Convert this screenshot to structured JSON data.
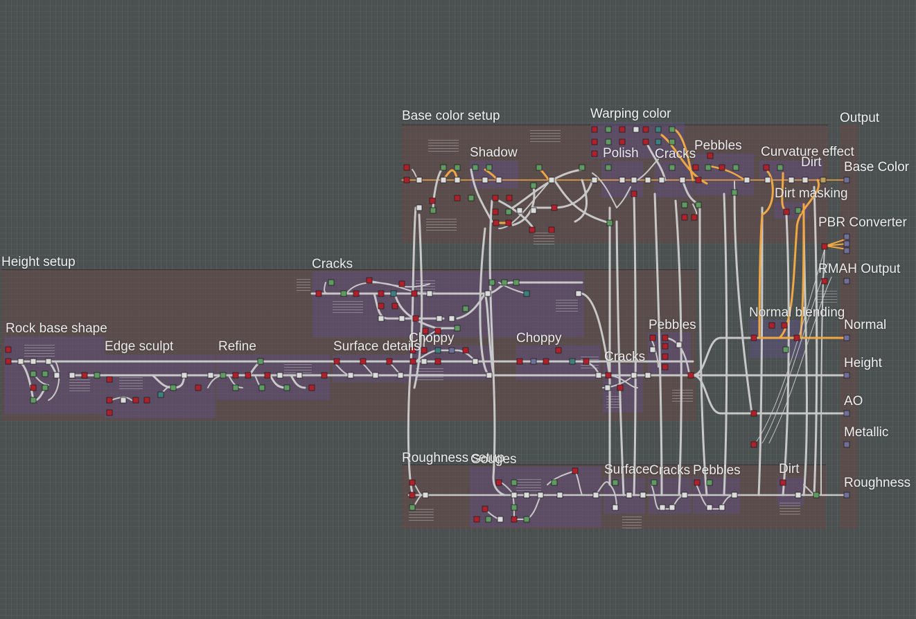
{
  "graph": {
    "frames": [
      {
        "name": "Base color setup"
      },
      {
        "name": "Warping color"
      },
      {
        "name": "Output"
      },
      {
        "name": "Height setup"
      },
      {
        "name": "Roughness setup"
      }
    ],
    "subframes": [
      {
        "name": "Shadow"
      },
      {
        "name": "Polish"
      },
      {
        "name": "Cracks"
      },
      {
        "name": "Pebbles"
      },
      {
        "name": "Curvature effect"
      },
      {
        "name": "Dirt"
      },
      {
        "name": "Dirt masking"
      },
      {
        "name": "PBR Converter"
      },
      {
        "name": "RMAH Output"
      },
      {
        "name": "Normal blending"
      },
      {
        "name": "Cracks"
      },
      {
        "name": "Rock base shape"
      },
      {
        "name": "Edge sculpt"
      },
      {
        "name": "Refine"
      },
      {
        "name": "Surface details"
      },
      {
        "name": "Choppy"
      },
      {
        "name": "Choppy"
      },
      {
        "name": "Cracks"
      },
      {
        "name": "Pebbles"
      },
      {
        "name": "Gouges"
      },
      {
        "name": "Surface"
      },
      {
        "name": "Cracks"
      },
      {
        "name": "Pebbles"
      },
      {
        "name": "Dirt"
      }
    ],
    "outputs": [
      {
        "name": "Base Color"
      },
      {
        "name": "Normal"
      },
      {
        "name": "Height"
      },
      {
        "name": "AO"
      },
      {
        "name": "Metallic"
      },
      {
        "name": "Roughness"
      }
    ]
  },
  "colors": {
    "background": "#4a5150",
    "wire": "#c8c8c8",
    "wire_highlight": "#f0a845",
    "node_red": "#b0202a",
    "node_green": "#5f9a62",
    "node_teal": "#3f7f80",
    "node_white": "#dcdcdc",
    "node_blue": "#6f6f9a"
  }
}
